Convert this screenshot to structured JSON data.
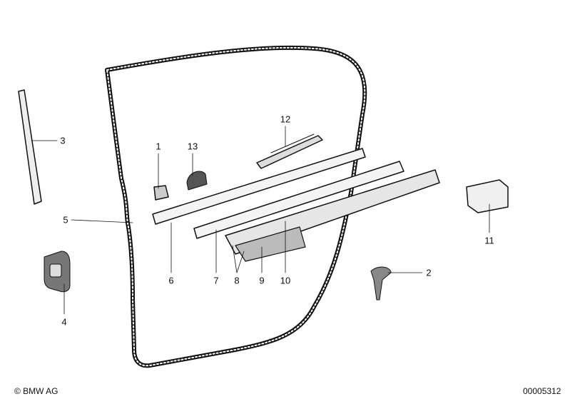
{
  "parts": [
    {
      "id": "label-1",
      "text": "1"
    },
    {
      "id": "label-2",
      "text": "2"
    },
    {
      "id": "label-3",
      "text": "3"
    },
    {
      "id": "label-4",
      "text": "4"
    },
    {
      "id": "label-5",
      "text": "5"
    },
    {
      "id": "label-6",
      "text": "6"
    },
    {
      "id": "label-7",
      "text": "7"
    },
    {
      "id": "label-8",
      "text": "8"
    },
    {
      "id": "label-9",
      "text": "9"
    },
    {
      "id": "label-10",
      "text": "10"
    },
    {
      "id": "label-11",
      "text": "11"
    },
    {
      "id": "label-12",
      "text": "12"
    },
    {
      "id": "label-13",
      "text": "13"
    }
  ],
  "footer": {
    "copyright": "© BMW AG",
    "diagram_number": "00005312"
  }
}
